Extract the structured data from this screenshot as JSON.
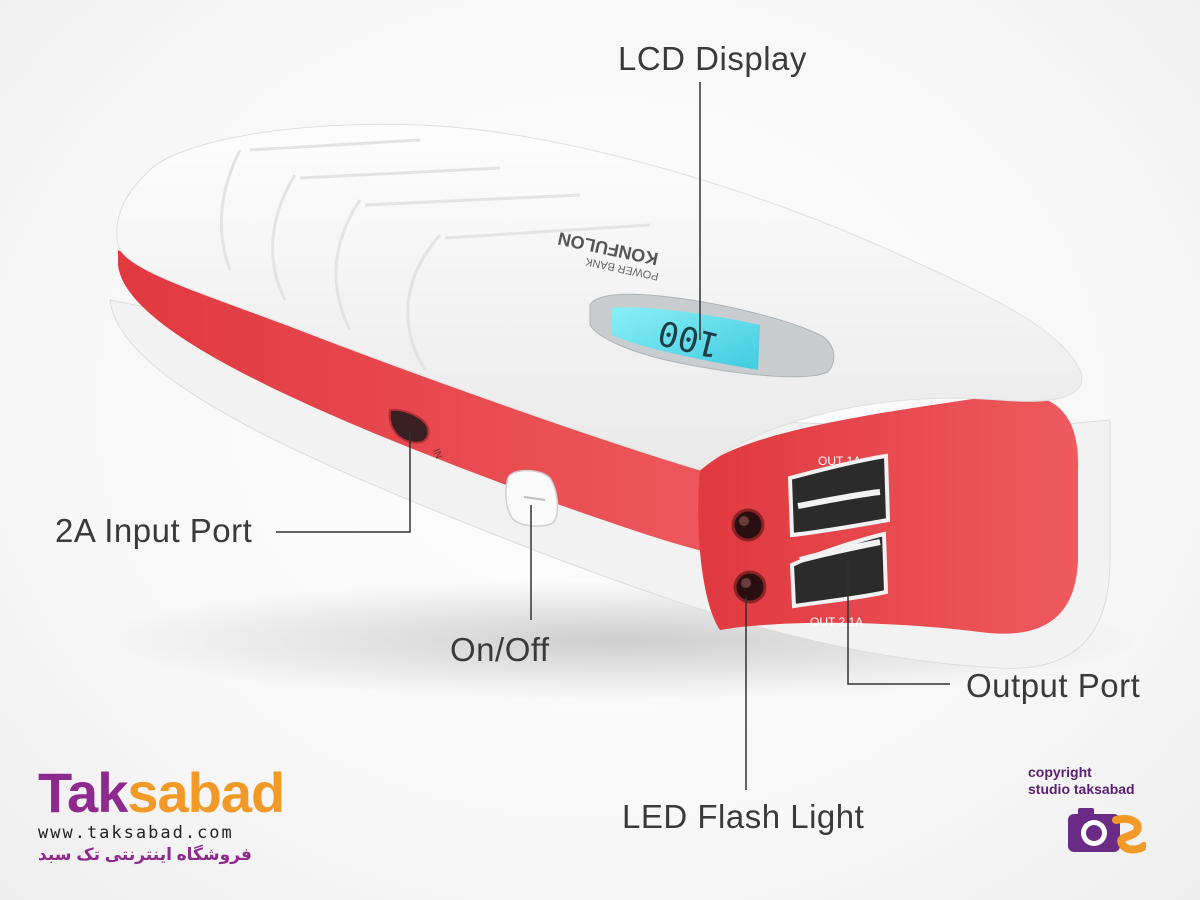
{
  "labels": {
    "lcd_display": "LCD Display",
    "input_port": "2A Input Port",
    "on_off": "On/Off",
    "output_port": "Output Port",
    "led_flash_light": "LED Flash Light"
  },
  "device": {
    "brand_text": "KONFULON",
    "product_text": "POWER BANK",
    "in_label": "IN",
    "lcd_reading": "100",
    "port_top_label": "OUT 1A",
    "port_bottom_label": "OUT 2.1A"
  },
  "watermark": {
    "logo_part1": "Tak",
    "logo_part2": "sabad",
    "url": "www.taksabad.com",
    "persian_tagline": "فروشگاه اینترنتی تک سبد",
    "copyright_line1": "copyright",
    "copyright_line2": "studio taksabad"
  },
  "colors": {
    "body_white": "#f7f7f7",
    "accent_red": "#e5454a",
    "lcd_cyan": "#6fe3f0",
    "brand_purple": "#8e2a8d",
    "brand_orange": "#f29a27"
  }
}
